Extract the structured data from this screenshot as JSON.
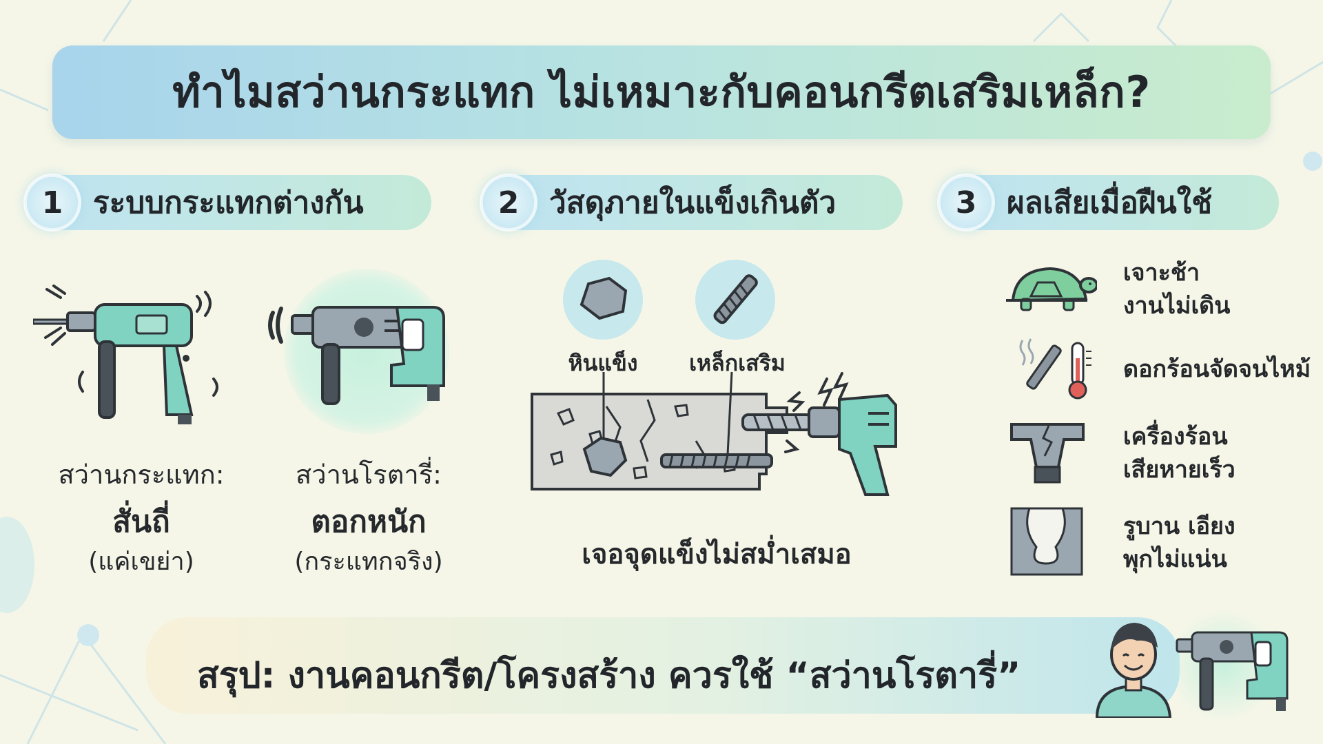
{
  "title": "ทำไมสว่านกระแทก ไม่เหมาะกับคอนกรีตเสริมเหล็ก?",
  "sections": [
    {
      "number": "1",
      "label": "ระบบกระแทกต่างกัน"
    },
    {
      "number": "2",
      "label": "วัสดุภายในแข็งเกินตัว"
    },
    {
      "number": "3",
      "label": "ผลเสียเมื่อฝืนใช้"
    }
  ],
  "impact_drill": {
    "title": "สว่านกระแทก:",
    "main": "สั่นถี่",
    "sub": "(แค่เขย่า)",
    "icon": "impact-drill-icon"
  },
  "rotary_hammer": {
    "title": "สว่านโรตารี่:",
    "main": "ตอกหนัก",
    "sub": "(กระแทกจริง)",
    "icon": "rotary-hammer-icon"
  },
  "materials": {
    "rock_label": "หินแข็ง",
    "rebar_label": "เหล็กเสริม",
    "caption": "เจอจุดแข็งไม่สม่ำเสมอ"
  },
  "effects": [
    {
      "line1": "เจาะช้า",
      "line2": "งานไม่เดิน",
      "icon": "turtle-icon"
    },
    {
      "line1": "ดอกร้อนจัดจนไหม้",
      "line2": "",
      "icon": "hot-bit-thermometer-icon"
    },
    {
      "line1": "เครื่องร้อน",
      "line2": "เสียหายเร็ว",
      "icon": "broken-chuck-icon"
    },
    {
      "line1": "รูบาน เอียง",
      "line2": "พุกไม่แน่น",
      "icon": "widened-hole-icon"
    }
  ],
  "summary": "สรุป: งานคอนกรีต/โครงสร้าง ควรใช้ “สว่านโรตารี่”",
  "colors": {
    "background": "#f5f6e8",
    "title_gradient_start": "#a8d4ec",
    "title_gradient_end": "#c8eccd",
    "tool_body": "#7fd3c0",
    "tool_dark": "#3b4147",
    "tool_grey": "#9aa7b0",
    "concrete": "#d9d9d6"
  }
}
